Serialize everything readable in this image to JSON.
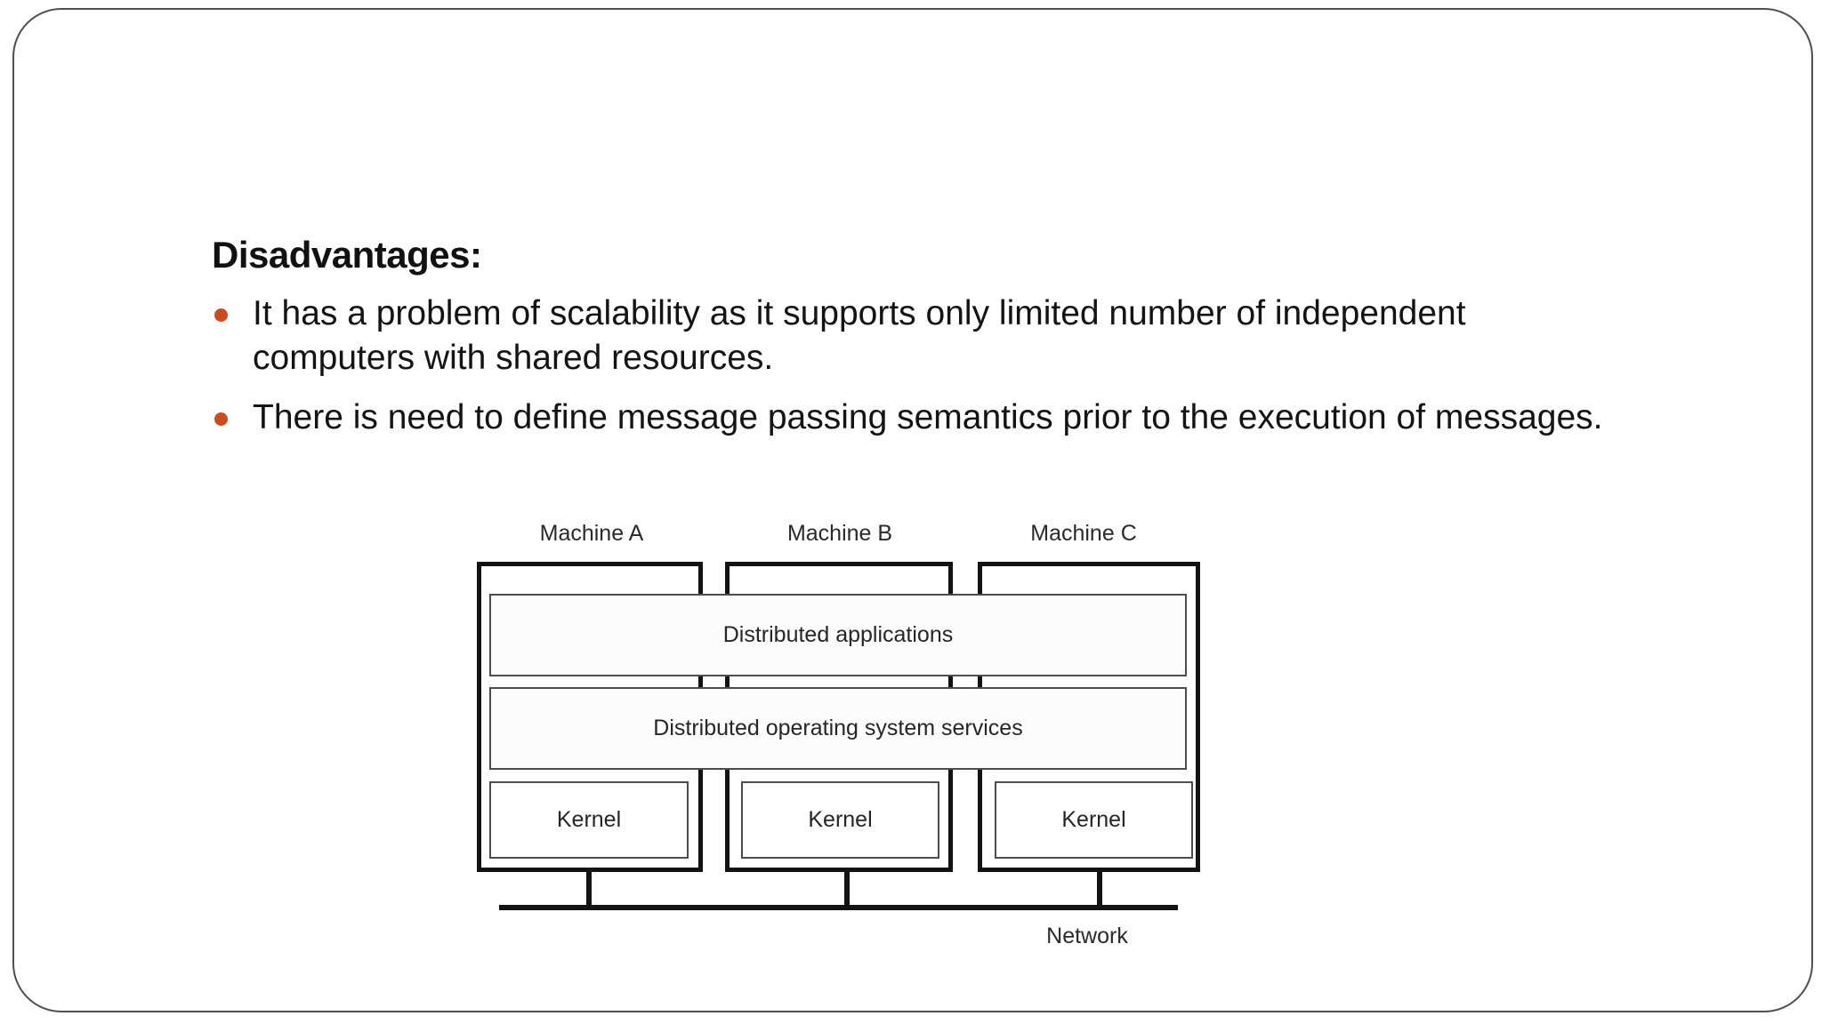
{
  "slide": {
    "title": "Disadvantages:",
    "bullet_color": "#CC4A1E",
    "bullets": [
      {
        "lines": [
          "It has a problem of scalability as it supports only limited number of independent",
          "computers with shared resources."
        ]
      },
      {
        "lines": [
          "There is need to define message passing semantics prior to the execution of messages."
        ]
      }
    ]
  },
  "diagram": {
    "machines": [
      {
        "label": "Machine A"
      },
      {
        "label": "Machine B"
      },
      {
        "label": "Machine C"
      }
    ],
    "shared_layers": [
      {
        "label": "Distributed applications"
      },
      {
        "label": "Distributed operating system services"
      }
    ],
    "kernels": [
      {
        "label": "Kernel"
      },
      {
        "label": "Kernel"
      },
      {
        "label": "Kernel"
      }
    ],
    "network_label": "Network"
  }
}
